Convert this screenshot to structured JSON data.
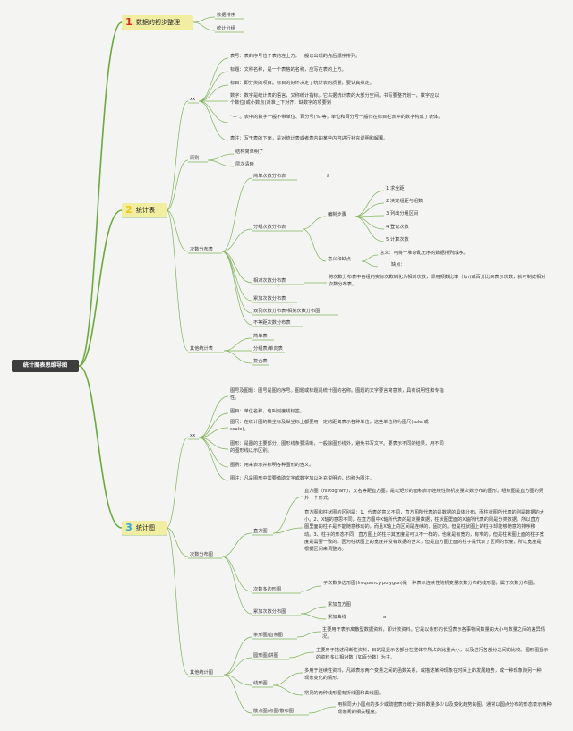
{
  "colors": {
    "branch": "#6aaa3b",
    "leafline": "#7fb35a",
    "root_bg": "#3d3d3d",
    "main_box": "#f1eea2",
    "num1": "#e0281f",
    "num2": "#f0c518",
    "num3": "#27a8e3"
  },
  "root": "统计图表思维导图",
  "b1": {
    "num": "1",
    "label": "数据的初步整理",
    "children": [
      "数据排序",
      "统计分组"
    ]
  },
  "b2": {
    "num": "2",
    "label": "统计表",
    "xx": {
      "label": "xx",
      "items": [
        "表号：表的序号位于表的左上方，一般以出现的先后顺序排列。",
        "标题：文称名称，是一个表格的名称，应写在表的上方。",
        "标目：即分类的项目。标目的好坏决定了统计表的质量，要认真拟定。",
        "数字：数字是统计表的语言，又称统计指标。它占据统计表的大部分空间。书写要整齐划一，数字应以个数位(或小数点)对准上下对齐，缺数字的项要划",
        "“—”。表中的数字一般不带单位、百分号(%)等，单位和百分号一般归在标目栏表中的数字构成了表体。",
        "表注：写于表的下面，是对统计表或者表内的某些内容进行补充说明和解释。"
      ]
    },
    "principle": {
      "label": "原则",
      "items": [
        "结构简单明了",
        "层次清晰"
      ]
    },
    "freq": {
      "label": "次数分布表",
      "simple": {
        "label": "简单次数分布表",
        "note": "a"
      },
      "group": {
        "label": "分组次数分布表",
        "steps": {
          "label": "编制步骤",
          "items": [
            "1 求全距",
            "2 决定组距与组数",
            "3 列出分组区间",
            "4 登记次数",
            "5 计算次数"
          ]
        },
        "meaning": {
          "label": "意义和缺点",
          "items": [
            "意义：可将一堆杂乱无序的数据排列成序。",
            "缺点："
          ]
        }
      },
      "relative": {
        "label": "相对次数分布表",
        "desc": "将次数分布表中各组的实际次数转化为相对次数，即用频数比率（f/n)或百分比来表示次数，就可制成相对次数分布表。"
      },
      "others": [
        "累加次数分布表",
        "双列次数分布表/相关次数分布图",
        "不等距次数分布表"
      ]
    },
    "other": {
      "label": "其他统计表",
      "items": [
        "简单表",
        "分组表/单向表",
        "复合表"
      ]
    }
  },
  "b3": {
    "num": "3",
    "label": "统计图",
    "xx": {
      "label": "xx",
      "items": [
        "图号及图题：图号是图的序号。图题或标题是统计图的名称。图题的文字要言简意赅，具有说明性和专指性。",
        "图目：单位名称，也叫刻度线标签。",
        "图尺：在统计图的横坐标及纵坐标上都要用一定的距离表示各种单位，这些单位称为图尺(ruler或 scale)。",
        "图形：是图的主要部分，图形线条要清晰，一般除图形线外，避免书写文字。要表示不同的结果，用不同的图形线以示区别。",
        "图例：用来表示并标明各种图形的含义。",
        "图注：凡是图形中需要借助文字或数字加以补充说明的，均称为图注。"
      ]
    },
    "freqchart": {
      "label": "次数分布图",
      "hist": {
        "label": "直方图",
        "items": [
          "直方图（histogram)，又名等距直方图，是以矩形的面积表示连续性随机变量次数分布的图形。组织图是直方图的另外一个形式。",
          "直方图和柱状图的区别是：1、代表的意义不同，直方图所代表的是数据的具体分布，而柱状图所代表的则是数据的大小。2、X轴的意思不同，在直方图中X轴所代表的是定量数据，柱状图里面的X轴所代表的则是分类数据。所以直方图里面的柱子是不能随意移动的，而且X轴上的区间是连续的、固定的。但是柱状图上的柱子却能够随意的排序移动。3、柱子的形态不同，直方图上的柱子其宽度是可以不一样的，也就是有宽的，有窄的，但是柱状图上面的柱子宽度是需要一致的。因为柱状图上的宽度并没有数据的含义，但是直方图上面的柱子是代表了区间的长度，所以宽度是根据区间来调整的。"
        ]
      },
      "poly": {
        "label": "次数多边形图",
        "desc": "子次数多边形图(frequency polygon)是一种表示连续性随机变量次数分布的线形图，属于次数分布图。"
      },
      "cum": {
        "label": "累加次数分布图",
        "items": [
          "累加直方图",
          "累加曲线"
        ],
        "note": "a"
      }
    },
    "other": {
      "label": "其他统计图",
      "bar": {
        "label": "条形图/直条图",
        "desc": "主要用于表示离散型数据资料，即计数资料。它是以条形的长短表示各事物间数量的大小与数量之间的差异情况。"
      },
      "pie": {
        "label": "圆形图/饼图",
        "desc": "主要用于描述间断性资料，目的是显示各部分在整体中所占的比重大小，以及进行各部分之间的比较。圆形图显示的资料多以相对数（如百分数）为主。"
      },
      "line": {
        "label": "线形图",
        "desc": "多用于连续性资料，凡欲表示两个变量之间的函数关系，或描述某种现象在时间上的发展趋势，或一种现象随另一种现象变化的情形。",
        "note": "常见的两种线形图有折线图和曲线图。"
      },
      "scatter": {
        "label": "散点图/点图/散布图",
        "desc": "用相同大小圆点的多少或疏密表示统计资料数量多少以及变化趋势的图。通常以圆点分布的形态表示两种现象间的相关程度。"
      }
    }
  }
}
